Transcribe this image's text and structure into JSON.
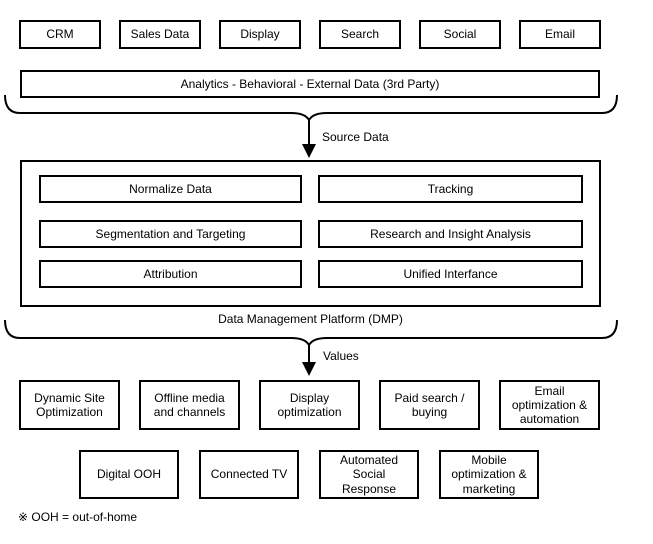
{
  "diagram": {
    "source_boxes": [
      "CRM",
      "Sales Data",
      "Display",
      "Search",
      "Social",
      "Email"
    ],
    "analytics_label": "Analytics - Behavioral - External Data (3rd Party)",
    "source_arrow_label": "Source Data",
    "dmp_modules": [
      "Normalize Data",
      "Tracking",
      "Segmentation and Targeting",
      "Research and Insight Analysis",
      "Attribution",
      "Unified Interfance"
    ],
    "dmp_label": "Data Management Platform (DMP)",
    "values_arrow_label": "Values",
    "outputs_row1": [
      "Dynamic Site Optimization",
      "Offline media and channels",
      "Display optimization",
      "Paid search / buying",
      "Email optimization & automation"
    ],
    "outputs_row2": [
      "Digital OOH",
      "Connected TV",
      "Automated Social Response",
      "Mobile optimization & marketing"
    ],
    "footnote": "※ OOH = out-of-home",
    "colors": {
      "border": "#000000",
      "text": "#000000",
      "background": "#ffffff"
    }
  }
}
